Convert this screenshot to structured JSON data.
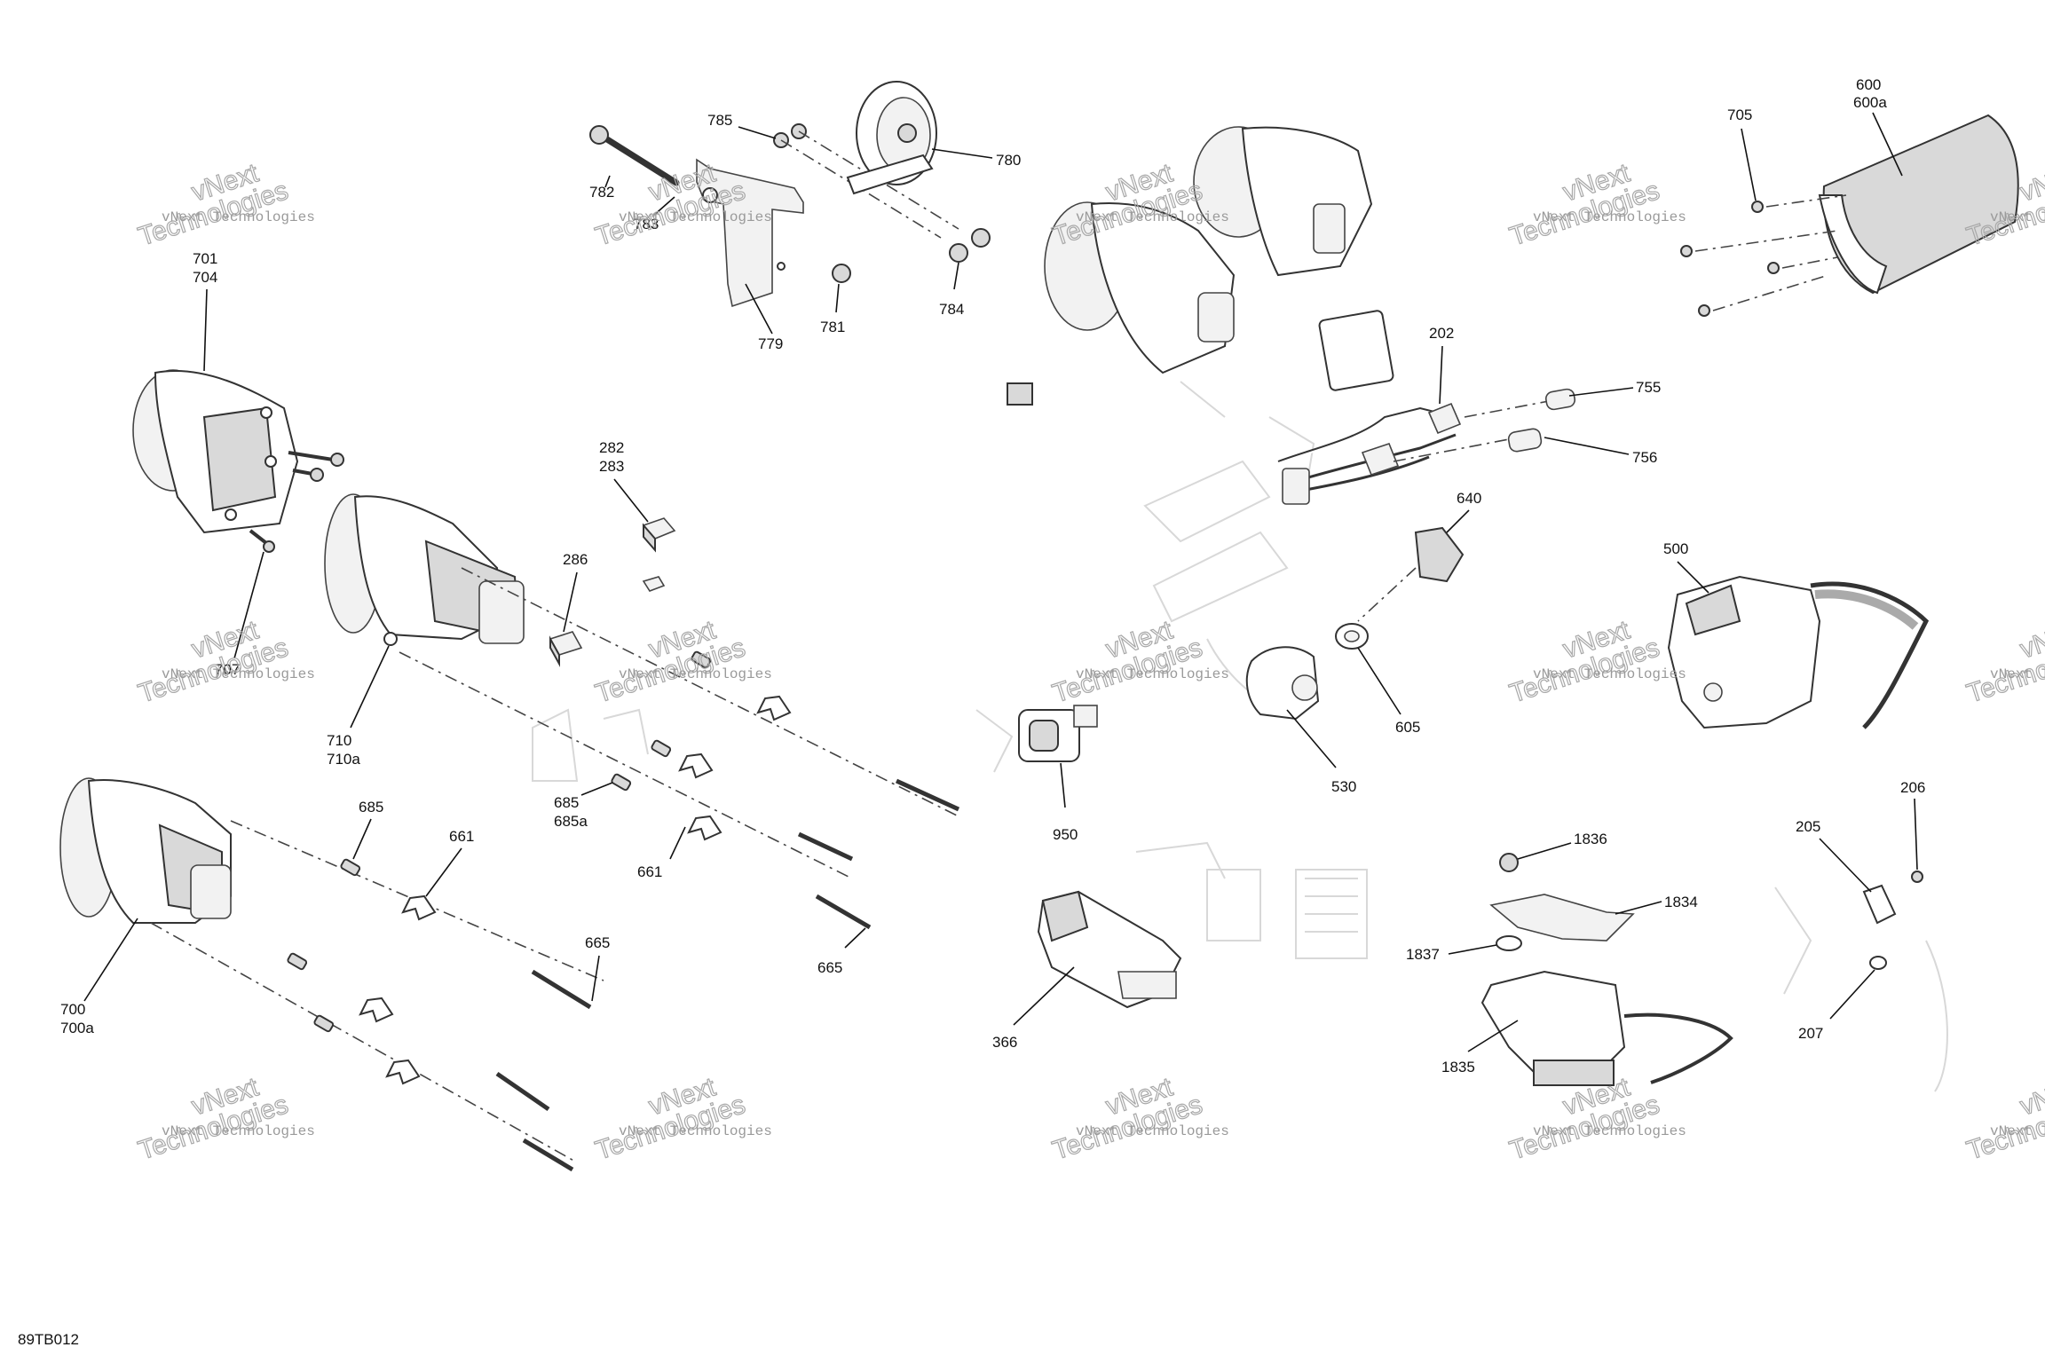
{
  "diagram_code": "89TB012",
  "watermark": {
    "line1": "vNext Technologies",
    "line2": "vNext",
    "line3": "Technologies"
  },
  "callouts": {
    "c782": "782",
    "c783": "783",
    "c785": "785",
    "c780": "780",
    "c779": "779",
    "c781": "781",
    "c784": "784",
    "c701": "701",
    "c704": "704",
    "c707": "707",
    "c282": "282",
    "c283": "283",
    "c286": "286",
    "c710": "710",
    "c710a": "710a",
    "c685a_top": "685",
    "c685a_bot": "685a",
    "c685": "685",
    "c661a": "661",
    "c661b": "661",
    "c665a": "665",
    "c665b": "665",
    "c700": "700",
    "c700a": "700a",
    "c202": "202",
    "c755": "755",
    "c756": "756",
    "c640": "640",
    "c605": "605",
    "c530": "530",
    "c950": "950",
    "c366": "366",
    "c600": "600",
    "c600a": "600a",
    "c705": "705",
    "c500": "500",
    "c206": "206",
    "c205": "205",
    "c207": "207",
    "c1836": "1836",
    "c1834": "1834",
    "c1837": "1837",
    "c1835": "1835"
  }
}
